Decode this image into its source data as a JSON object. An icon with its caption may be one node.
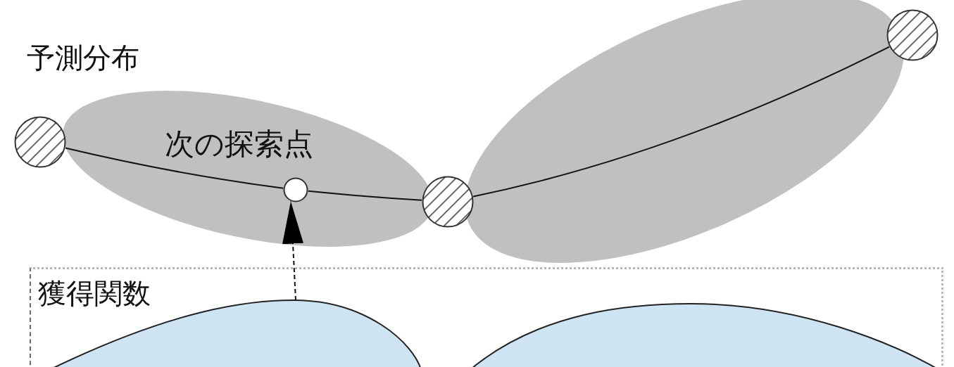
{
  "diagram": {
    "nodes": [
      {
        "text": [],
        "shape": "circle"
      },
      {
        "text": [],
        "shape": "circle",
        "beside": [
          "次の探索点"
        ]
      },
      {
        "text": [],
        "shape": "circle"
      },
      {
        "text": [],
        "shape": "circle"
      },
      {
        "text": [
          "獲得関数"
        ]
      },
      {
        "text": [],
        "shape": "hump",
        "in": 4
      },
      {
        "text": [],
        "shape": "hump",
        "in": 4
      }
    ],
    "edges": [
      {
        "from": 0,
        "to": 1,
        "arrow": "none"
      },
      {
        "from": 1,
        "to": 2,
        "arrow": "none"
      },
      {
        "from": 2,
        "to": 3,
        "arrow": "none"
      },
      {
        "from": 5,
        "to": 1,
        "arrow": "to",
        "style": "dashed"
      }
    ],
    "labels": [
      "予測分布"
    ]
  }
}
